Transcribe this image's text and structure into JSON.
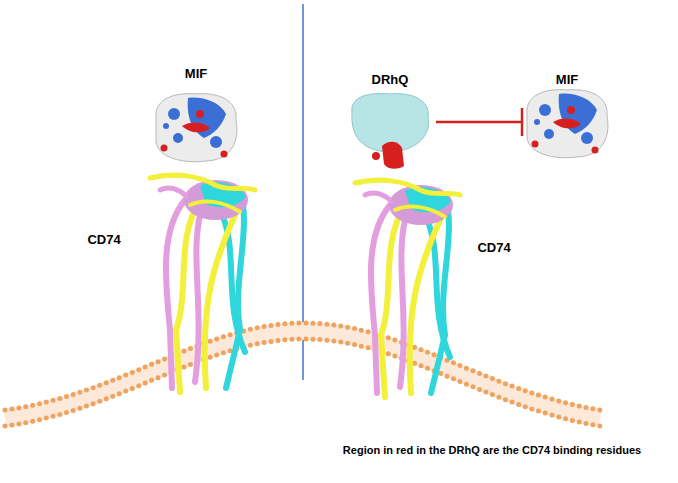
{
  "diagram": {
    "caption": "Region in red in the DRhQ are the CD74 binding residues",
    "labels": [
      "MIF",
      "CD74",
      "DRhQ",
      "MIF",
      "CD74"
    ]
  }
}
